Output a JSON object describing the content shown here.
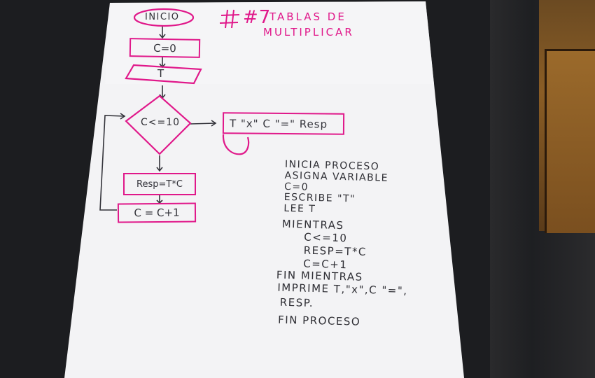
{
  "title": {
    "number": "#7",
    "line1": "TABLAS DE",
    "line2": "MULTIPLICAR"
  },
  "flowchart": {
    "start": "INICIO",
    "init": "C=0",
    "input": "T",
    "condition": "C<=10",
    "output": "T \"x\" C \"=\" Resp",
    "compute": "Resp=T*C",
    "increment": "C = C+1"
  },
  "pseudocode": [
    "INICIA PROCESO",
    "ASIGNA VARIABLE",
    "C=0",
    "ESCRIBE \"T\"",
    "LEE T",
    "MIENTRAS",
    "C<=10",
    "RESP=T*C",
    "C=C+1",
    "FIN MIENTRAS",
    "IMPRIME T,\"x\",C \"=\",",
    "RESP.",
    "FIN PROCESO"
  ],
  "colors": {
    "ink_pink": "#e0188a",
    "ink_dark": "#2f2f35",
    "paper": "#f4f4f6",
    "background": "#1c1d20"
  }
}
